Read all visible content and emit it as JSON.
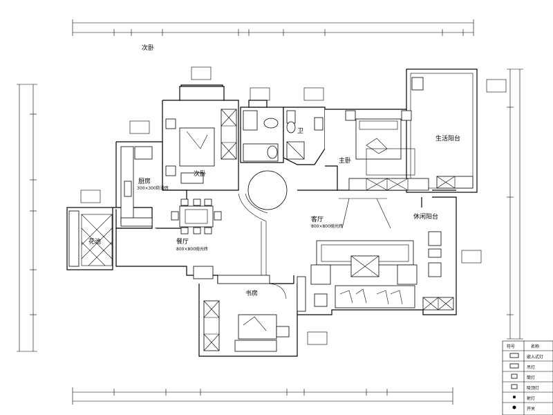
{
  "rooms": {
    "bedroom_second_top": {
      "label": "次卧"
    },
    "bedroom_second": {
      "label": "次卧"
    },
    "bathroom": {
      "label": "卫"
    },
    "master_bedroom": {
      "label": "主卧"
    },
    "kitchen": {
      "label": "厨房",
      "spec": "300×300防滑砖"
    },
    "dining": {
      "label": "餐厅",
      "spec": "800×800抛光砖"
    },
    "living": {
      "label": "客厅",
      "spec": "800×800抛光砖"
    },
    "living_balcony": {
      "label": "休闲阳台"
    },
    "laundry_balcony": {
      "label": "生活阳台"
    },
    "study": {
      "label": "书房"
    },
    "balcony_left": {
      "label": "花池"
    }
  },
  "legend": {
    "headers": [
      "符号",
      "名称"
    ],
    "rows": [
      "嵌入式灯",
      "吊灯",
      "筒灯",
      "吸顶灯",
      "射灯",
      "开关"
    ]
  },
  "colors": {
    "line": "#000000",
    "background": "#ffffff"
  }
}
